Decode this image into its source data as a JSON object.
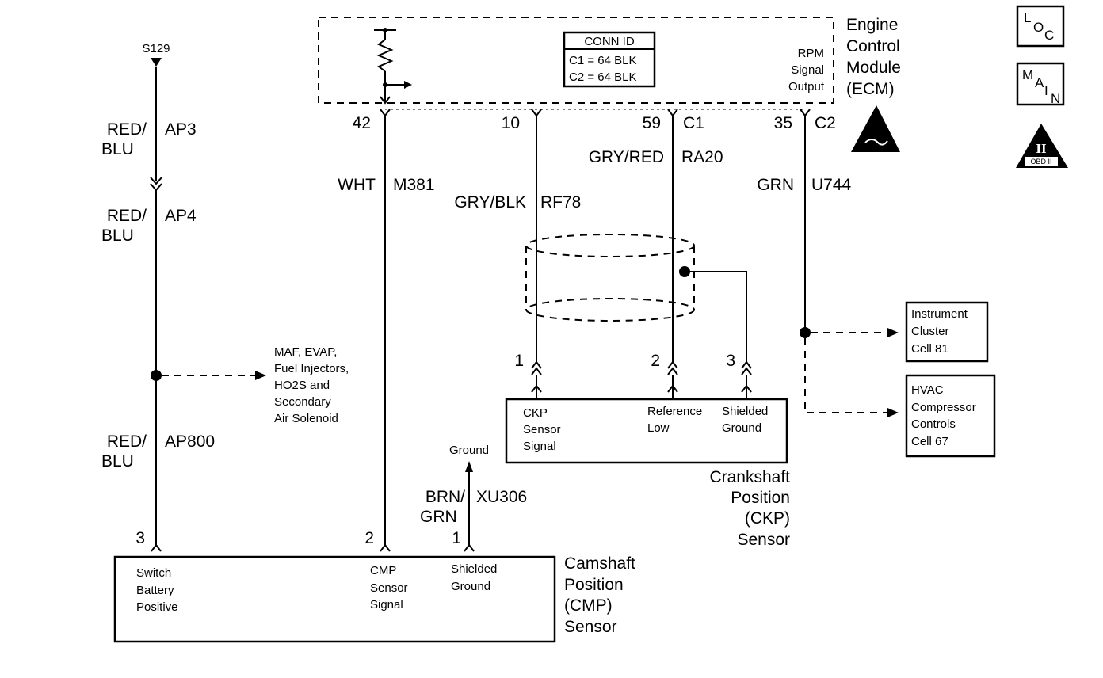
{
  "splice": {
    "label": "S129"
  },
  "ecm": {
    "title_lines": [
      "Engine",
      "Control",
      "Module",
      "(ECM)"
    ],
    "conn_id": {
      "header": "CONN ID",
      "c1": "C1 = 64 BLK",
      "c2": "C2 = 64 BLK"
    },
    "rpm_lines": [
      "RPM",
      "Signal",
      "Output"
    ],
    "pins": {
      "p42": "42",
      "p10": "10",
      "p59": "59",
      "c1": "C1",
      "p35": "35",
      "c2": "C2"
    }
  },
  "symbols": {
    "loc": [
      "L",
      "O",
      "C"
    ],
    "main": [
      "M",
      "A",
      "I",
      "N"
    ],
    "obd": {
      "numeral": "II",
      "text": "OBD II"
    }
  },
  "wires": {
    "ap3": {
      "color_lines": [
        "RED/",
        "BLU"
      ],
      "circuit": "AP3"
    },
    "ap4": {
      "color_lines": [
        "RED/",
        "BLU"
      ],
      "circuit": "AP4"
    },
    "ap800": {
      "color_lines": [
        "RED/",
        "BLU"
      ],
      "circuit": "AP800"
    },
    "m381": {
      "color": "WHT",
      "circuit": "M381"
    },
    "rf78": {
      "color": "GRY/BLK",
      "circuit": "RF78"
    },
    "ra20": {
      "color": "GRY/RED",
      "circuit": "RA20"
    },
    "u744": {
      "color": "GRN",
      "circuit": "U744"
    },
    "xu306": {
      "color_lines": [
        "BRN/",
        "GRN"
      ],
      "circuit": "XU306"
    }
  },
  "branch_note_lines": [
    "MAF, EVAP,",
    "Fuel Injectors,",
    "HO2S and",
    "Secondary",
    "Air Solenoid"
  ],
  "ground_label": "Ground",
  "ckp_sensor": {
    "pins": {
      "p1": "1",
      "p2": "2",
      "p3": "3"
    },
    "terminals": {
      "signal": [
        "CKP",
        "Sensor",
        "Signal"
      ],
      "ref_low": [
        "Reference",
        "Low"
      ],
      "shield": [
        "Shielded",
        "Ground"
      ]
    },
    "title_lines": [
      "Crankshaft",
      "Position",
      "(CKP)",
      "Sensor"
    ]
  },
  "cmp_sensor": {
    "pins": {
      "p3": "3",
      "p2": "2",
      "p1": "1"
    },
    "terminals": {
      "battery": [
        "Switch",
        "Battery",
        "Positive"
      ],
      "signal": [
        "CMP",
        "Sensor",
        "Signal"
      ],
      "shield": [
        "Shielded",
        "Ground"
      ]
    },
    "title_lines": [
      "Camshaft",
      "Position",
      "(CMP)",
      "Sensor"
    ]
  },
  "destinations": {
    "instrument": [
      "Instrument",
      "Cluster",
      "Cell 81"
    ],
    "hvac": [
      "HVAC",
      "Compressor",
      "Controls",
      "Cell 67"
    ]
  }
}
